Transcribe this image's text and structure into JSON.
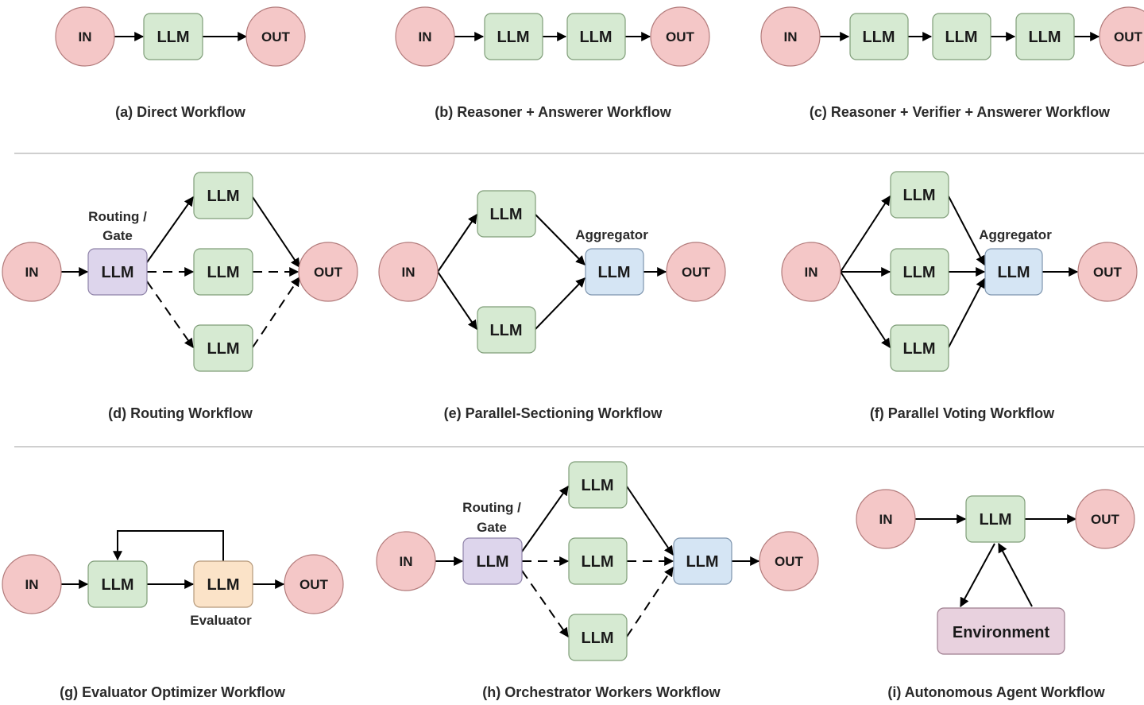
{
  "nodes": {
    "in": "IN",
    "out": "OUT",
    "llm": "LLM",
    "environment": "Environment"
  },
  "labels": {
    "routing_gate_line1": "Routing /",
    "routing_gate_line2": "Gate",
    "aggregator": "Aggregator",
    "evaluator": "Evaluator"
  },
  "captions": {
    "a": "(a) Direct Workflow",
    "b": "(b) Reasoner + Answerer Workflow",
    "c": "(c) Reasoner + Verifier + Answerer Workflow",
    "d": "(d) Routing Workflow",
    "e": "(e) Parallel-Sectioning Workflow",
    "f": "(f) Parallel Voting Workflow",
    "g": "(g) Evaluator Optimizer Workflow",
    "h": "(h) Orchestrator Workers Workflow",
    "i": "(i) Autonomous Agent Workflow"
  },
  "colors": {
    "io_node": "#f4c7c7",
    "llm_worker": "#d6ead2",
    "router": "#ddd5ec",
    "aggregator": "#d5e5f4",
    "evaluator": "#fbe3c8",
    "environment": "#e8d1de"
  }
}
